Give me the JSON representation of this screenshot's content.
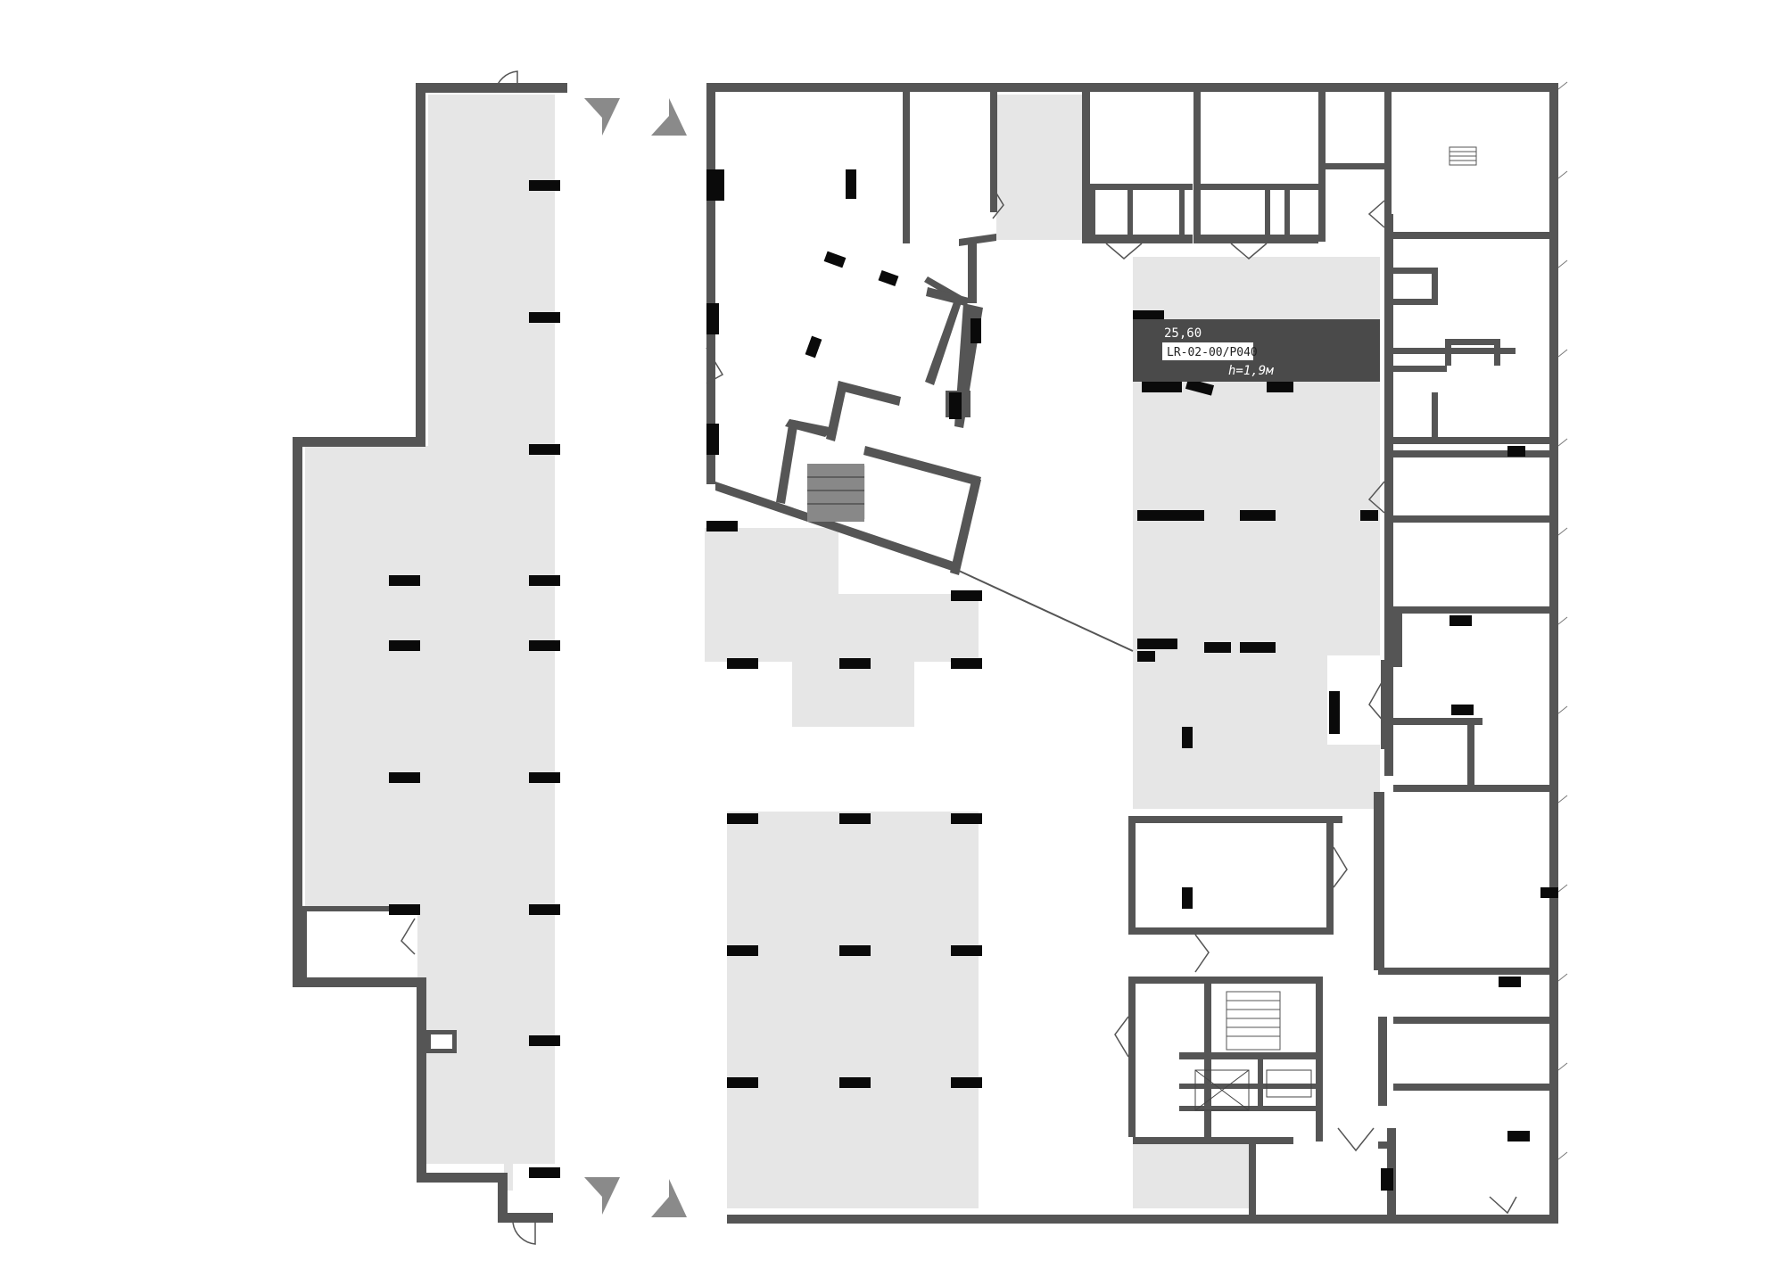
{
  "highlight": {
    "area": "25,60",
    "code": "LR-02-00/P040",
    "height": "h=1,9м",
    "color": "#4a4a4a"
  },
  "colors": {
    "wall": "#555555",
    "zone": "#e6e6e6",
    "column": "#0a0a0a",
    "arrow": "#8a8a8a"
  },
  "icons": [
    "arrow-down-icon",
    "arrow-up-icon",
    "stair-icon",
    "elevator-icon",
    "door-icon"
  ]
}
